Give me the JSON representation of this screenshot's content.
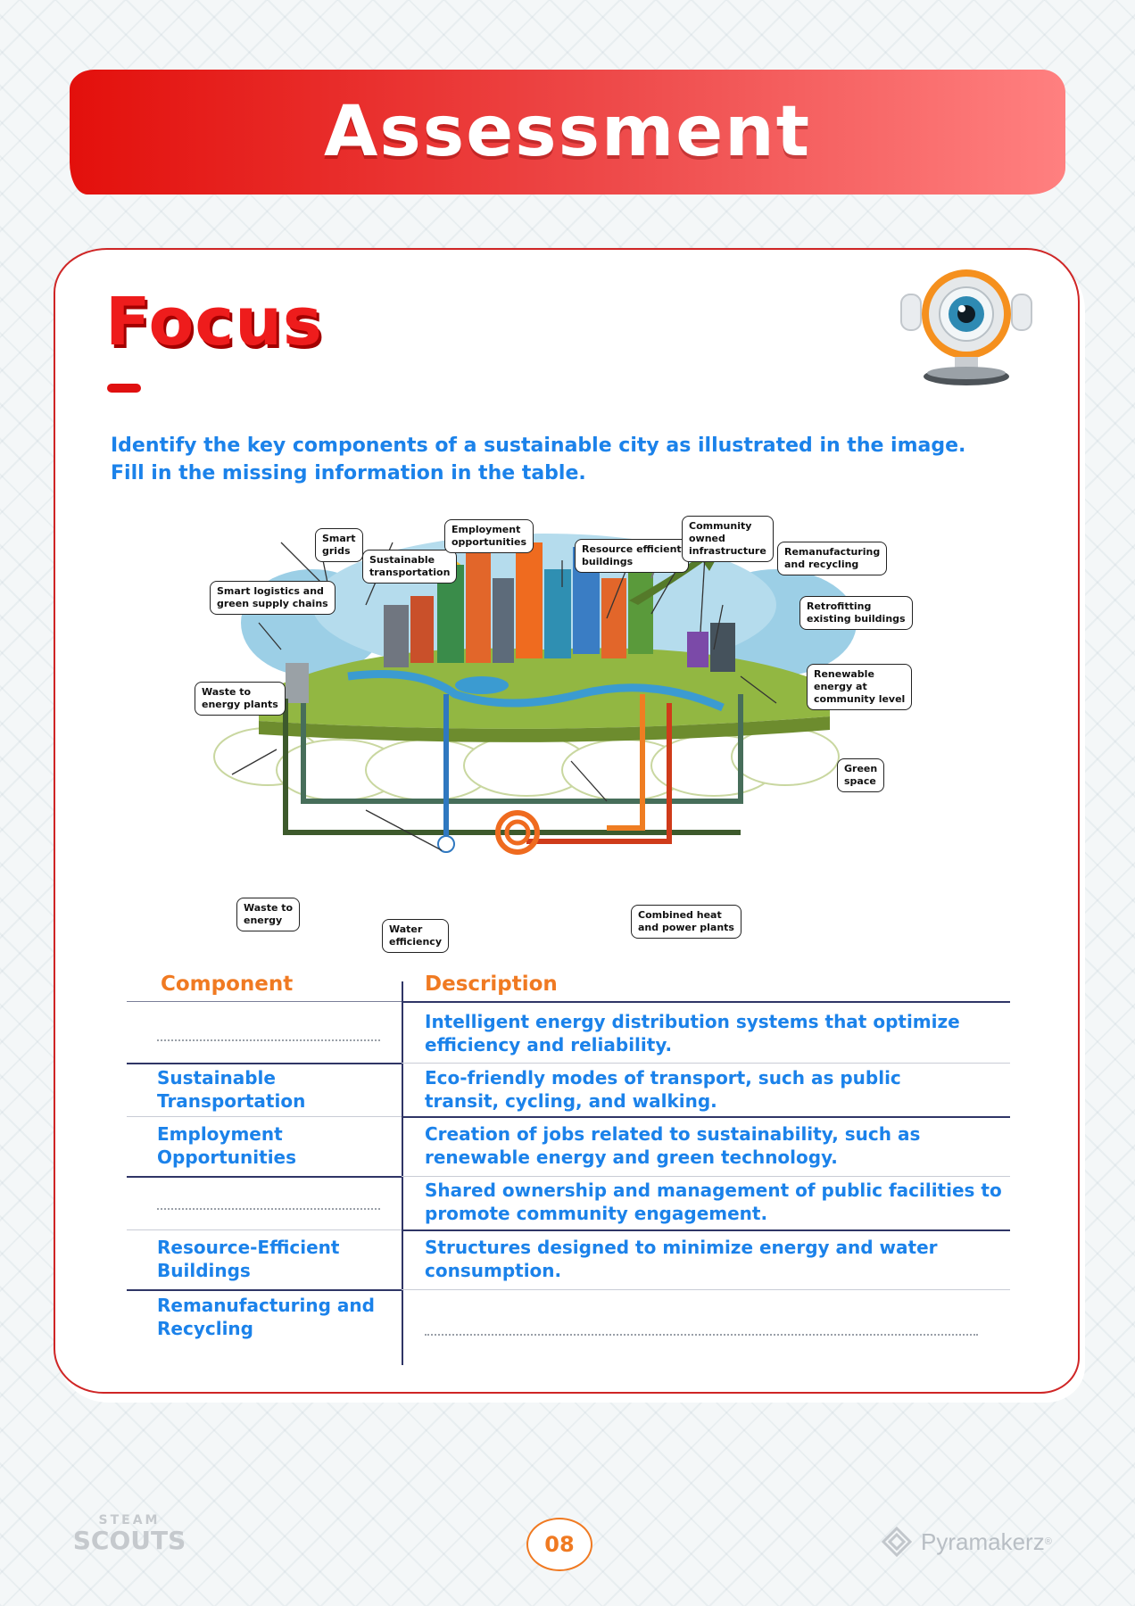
{
  "header": {
    "title": "Assessment"
  },
  "section": {
    "title": "Focus"
  },
  "instructions": [
    "Identify the key components of a sustainable city as illustrated in the image.",
    "Fill in the missing information in the table."
  ],
  "diagram": {
    "callouts": [
      "Smart\ngrids",
      "Sustainable\ntransportation",
      "Employment\nopportunities",
      "Resource efficient\nbuildings",
      "Community\nowned\ninfrastructure",
      "Remanufacturing\nand recycling",
      "Smart logistics and\ngreen supply chains",
      "Retrofitting\nexisting buildings",
      "Renewable\nenergy at\ncommunity level",
      "Waste to\nenergy plants",
      "Green\nspace",
      "Waste to\nenergy",
      "Water\nefficiency",
      "Combined heat\nand power plants"
    ]
  },
  "table": {
    "headers": {
      "component": "Component",
      "description": "Description"
    },
    "rows": [
      {
        "component": "",
        "description": "Intelligent energy distribution systems that optimize efficiency and reliability."
      },
      {
        "component": "Sustainable Transportation",
        "description": "Eco-friendly modes of transport, such as public transit, cycling, and walking."
      },
      {
        "component": "Employment Opportunities",
        "description": "Creation of jobs related to sustainability, such as renewable energy and green technology."
      },
      {
        "component": "",
        "description": "Shared ownership and management of public facilities to promote community engagement."
      },
      {
        "component": "Resource-Efficient Buildings",
        "description": "Structures designed to minimize energy and water consumption."
      },
      {
        "component": "Remanufacturing and Recycling",
        "description": ""
      }
    ]
  },
  "footer": {
    "logo_top": "STEAM",
    "logo_bottom": "SCOUTS",
    "page_number": "08",
    "brand": "Pyramakerz",
    "brand_mark": "®"
  },
  "colors": {
    "banner": "#e3100c",
    "title_red": "#ee1c1c",
    "text_blue": "#1b82ea",
    "header_orange": "#f07a22",
    "rule": "#2f3566"
  }
}
